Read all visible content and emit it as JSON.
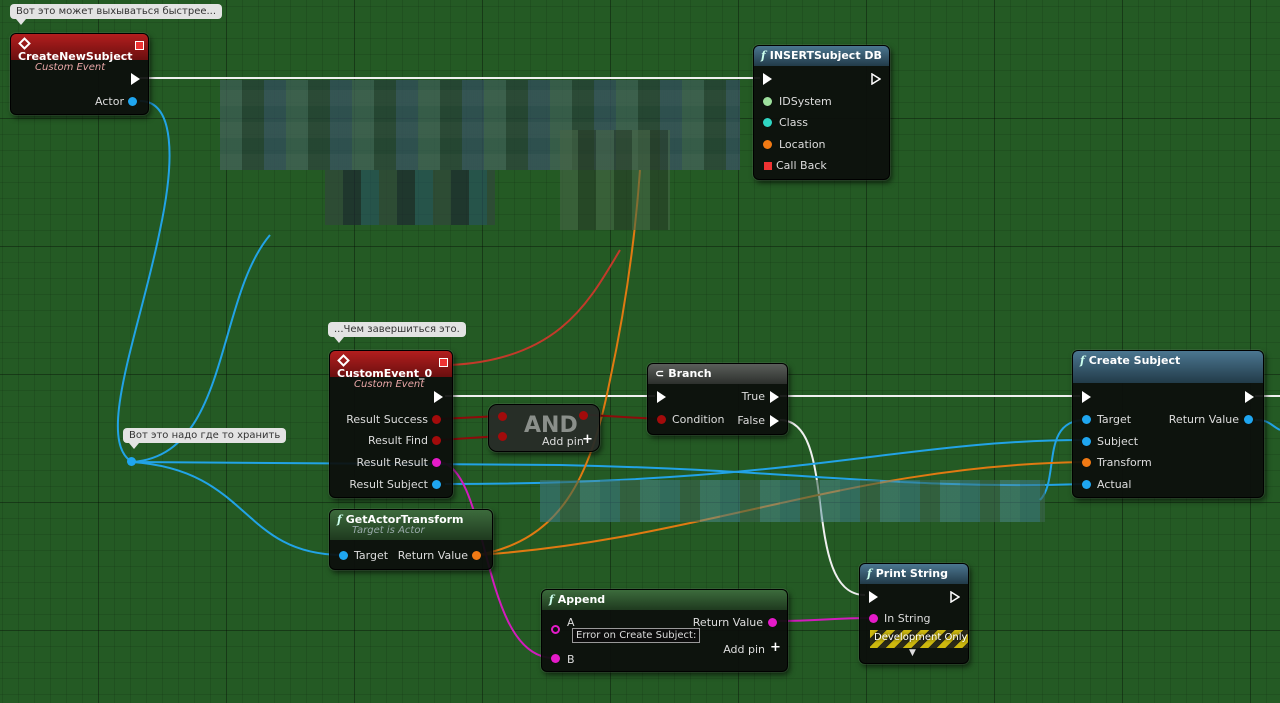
{
  "comments": {
    "top": "Вот это может выхываться быстрее...",
    "middle": "...Чем завершиться это.",
    "left": "Вот это надо где то хранить"
  },
  "nodes": {
    "create_new_subject": {
      "title": "CreateNewSubject",
      "subtitle": "Custom Event",
      "pin_actor": "Actor"
    },
    "insert_subject": {
      "title": "INSERTSubject DB",
      "pins": [
        "IDSystem",
        "Class",
        "Location",
        "Call Back"
      ]
    },
    "custom_event_0": {
      "title": "CustomEvent_0",
      "subtitle": "Custom Event",
      "pins": [
        "Result Success",
        "Result Find",
        "Result Result",
        "Result Subject"
      ]
    },
    "and_node": {
      "title": "AND",
      "add_pin": "Add pin"
    },
    "branch": {
      "title": "Branch",
      "condition": "Condition",
      "true_label": "True",
      "false_label": "False"
    },
    "create_subject": {
      "title": "Create Subject",
      "pins_in": [
        "Target",
        "Subject",
        "Transform",
        "Actual"
      ],
      "return_value": "Return Value"
    },
    "get_actor_transform": {
      "title": "GetActorTransform",
      "subtitle": "Target is Actor",
      "target": "Target",
      "return_value": "Return Value"
    },
    "append": {
      "title": "Append",
      "pin_a": "A",
      "a_value": "Error on Create Subject:",
      "pin_b": "B",
      "return_value": "Return Value",
      "add_pin": "Add pin"
    },
    "print_string": {
      "title": "Print String",
      "in_string": "In String",
      "dev_only": "Development Only"
    }
  },
  "colors": {
    "exec": "#ffffff",
    "object": "#1fa6f0",
    "struct": "#f07a14",
    "boolean": "#a30b0b",
    "string": "#e51bc9",
    "class": "#2fd6c3",
    "event_header": "#b31e1e",
    "function_header": "#4b7690"
  }
}
